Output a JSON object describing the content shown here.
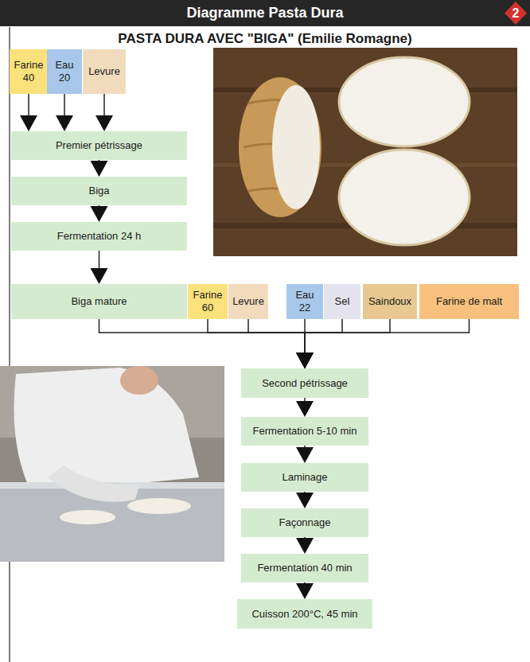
{
  "diagram": {
    "title": "Diagramme Pasta Dura",
    "nodes": [
      {
        "text": [
          "Farine 40"
        ]
      },
      {
        "text": [
          "Eau 20"
        ]
      },
      {
        "text": [
          "Levure"
        ]
      },
      {
        "text": [
          "Premier pétrissage"
        ]
      },
      {
        "text": [
          "Biga"
        ]
      },
      {
        "text": [
          "Fermentation 24 h"
        ]
      },
      {
        "text": [
          "Biga mature"
        ]
      },
      {
        "text": [
          "Farine 60"
        ]
      },
      {
        "text": [
          "Levure"
        ]
      },
      {
        "text": [
          "Eau 22"
        ]
      },
      {
        "text": [
          "Sel"
        ]
      },
      {
        "text": [
          "Saindoux"
        ]
      },
      {
        "text": [
          "Farine de malt"
        ]
      },
      {
        "text": [
          "Second pétrissage"
        ]
      },
      {
        "text": [
          "Fermentation 5-10 min"
        ]
      },
      {
        "text": [
          "Laminage"
        ]
      },
      {
        "text": [
          "Façonnage"
        ]
      },
      {
        "text": [
          "Fermentation 40 min"
        ]
      },
      {
        "text": [
          "Cuisson 200°C, 45 min"
        ]
      }
    ],
    "edges": [
      {
        "from": 0,
        "to": 3,
        "arrow": "to"
      },
      {
        "from": 1,
        "to": 3,
        "arrow": "to"
      },
      {
        "from": 2,
        "to": 3,
        "arrow": "to"
      },
      {
        "from": 3,
        "to": 4,
        "arrow": "to"
      },
      {
        "from": 4,
        "to": 5,
        "arrow": "to"
      },
      {
        "from": 5,
        "to": 6,
        "arrow": "to"
      },
      {
        "from": 6,
        "to": 13,
        "arrow": "to"
      },
      {
        "from": 7,
        "to": 13,
        "arrow": "to"
      },
      {
        "from": 8,
        "to": 13,
        "arrow": "to"
      },
      {
        "from": 9,
        "to": 13,
        "arrow": "to"
      },
      {
        "from": 10,
        "to": 13,
        "arrow": "to"
      },
      {
        "from": 11,
        "to": 13,
        "arrow": "to"
      },
      {
        "from": 12,
        "to": 13,
        "arrow": "to"
      },
      {
        "from": 13,
        "to": 14,
        "arrow": "to"
      },
      {
        "from": 14,
        "to": 15,
        "arrow": "to"
      },
      {
        "from": 15,
        "to": 16,
        "arrow": "to"
      },
      {
        "from": 16,
        "to": 17,
        "arrow": "to"
      },
      {
        "from": 17,
        "to": 18,
        "arrow": "to"
      }
    ],
    "labels": [
      "2",
      "PASTA DURA AVEC \"BIGA\" (Emilie Romagne)"
    ]
  }
}
